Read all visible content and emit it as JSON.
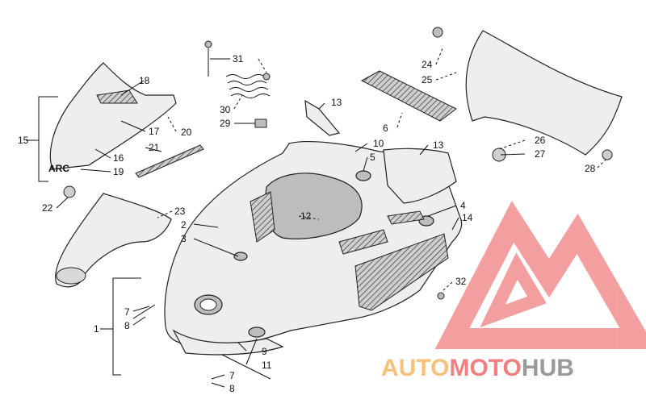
{
  "callouts": {
    "c1": "1",
    "c2": "2",
    "c3": "3",
    "c4": "4",
    "c5": "5",
    "c6": "6",
    "c7a": "7",
    "c7b": "7",
    "c8a": "8",
    "c8b": "8",
    "c9": "9",
    "c10": "10",
    "c11": "11",
    "c12": "12",
    "c13a": "13",
    "c13b": "13",
    "c14": "14",
    "c15": "15",
    "c16": "16",
    "c17": "17",
    "c18": "18",
    "c19": "19",
    "c20": "20",
    "c21": "21",
    "c22": "22",
    "c23": "23",
    "c24": "24",
    "c25": "25",
    "c26": "26",
    "c27": "27",
    "c28": "28",
    "c29": "29",
    "c30": "30",
    "c31": "31",
    "c32": "32"
  },
  "decal_text": "ARC",
  "watermark": {
    "part1": "AUTO",
    "part2": "MOTO",
    "part3": "HUB",
    "color_light": "#f6c27a",
    "color_red": "#f08080",
    "color_grey": "#9a9a9a"
  }
}
